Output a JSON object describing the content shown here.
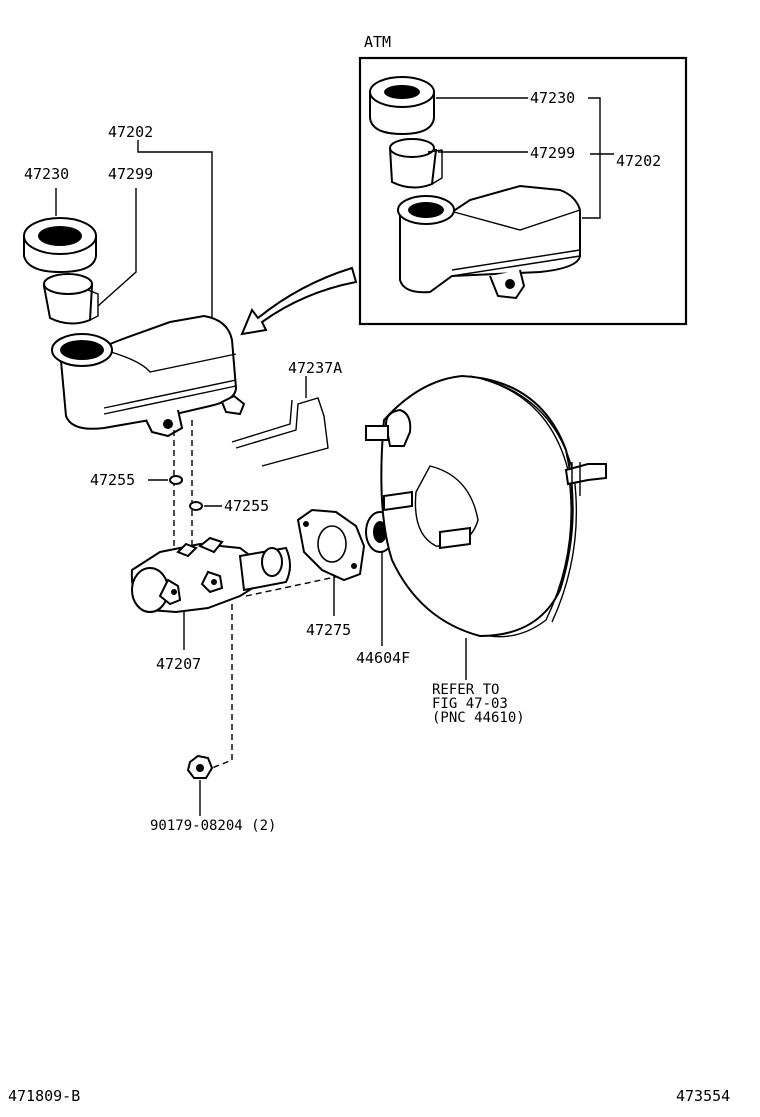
{
  "inset": {
    "title": "ATM"
  },
  "labels": {
    "reservoir_set": "47202",
    "cap": "47230",
    "strainer": "47299",
    "hose_clip": "47237A",
    "grommet_1": "47255",
    "grommet_2": "47255",
    "gasket": "47275",
    "master_cylinder": "47207",
    "seal": "44604F",
    "nut": "90179-08204 (2)",
    "inset_cap": "47230",
    "inset_strainer": "47299",
    "inset_reservoir_set": "47202",
    "booster_ref_line1": "REFER TO",
    "booster_ref_line2": "FIG 47-03",
    "booster_ref_line3": "(PNC 44610)"
  },
  "footer": {
    "left_code": "471809-B",
    "right_code": "473554"
  }
}
